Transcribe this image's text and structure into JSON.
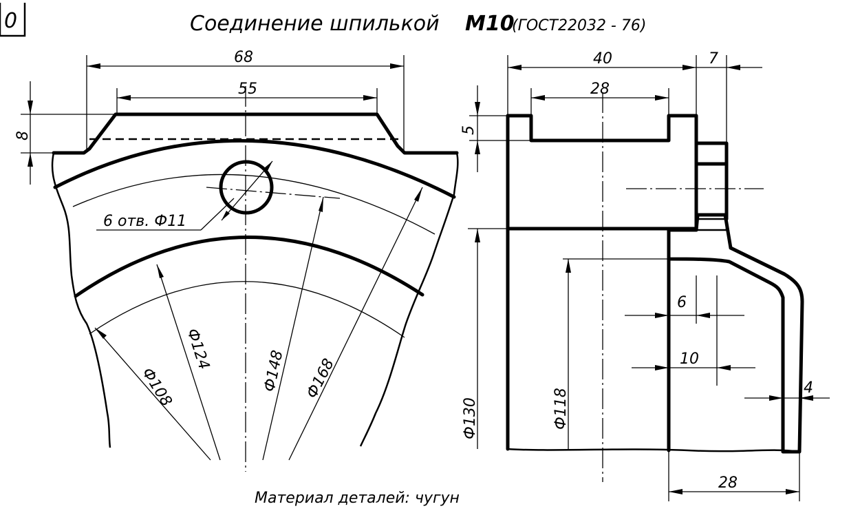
{
  "sheet": {
    "frame_digit": "0",
    "title": "Соединение шпилькой",
    "thread": "М10",
    "standard": "(ГОСТ22032 - 76)",
    "material_note": "Материал деталей: чугун"
  },
  "front_view": {
    "dim_68": "68",
    "dim_55": "55",
    "dim_8": "8",
    "holes_note": "6 отв. Ф11",
    "dia_108": "Ф108",
    "dia_124": "Ф124",
    "dia_148": "Ф148",
    "dia_168": "Ф168"
  },
  "section_view": {
    "dim_40": "40",
    "dim_7": "7",
    "dim_28_top": "28",
    "dim_5": "5",
    "dim_6": "6",
    "dim_10": "10",
    "dim_4": "4",
    "dim_28_bottom": "28",
    "dia_130": "Ф130",
    "dia_118": "Ф118"
  }
}
